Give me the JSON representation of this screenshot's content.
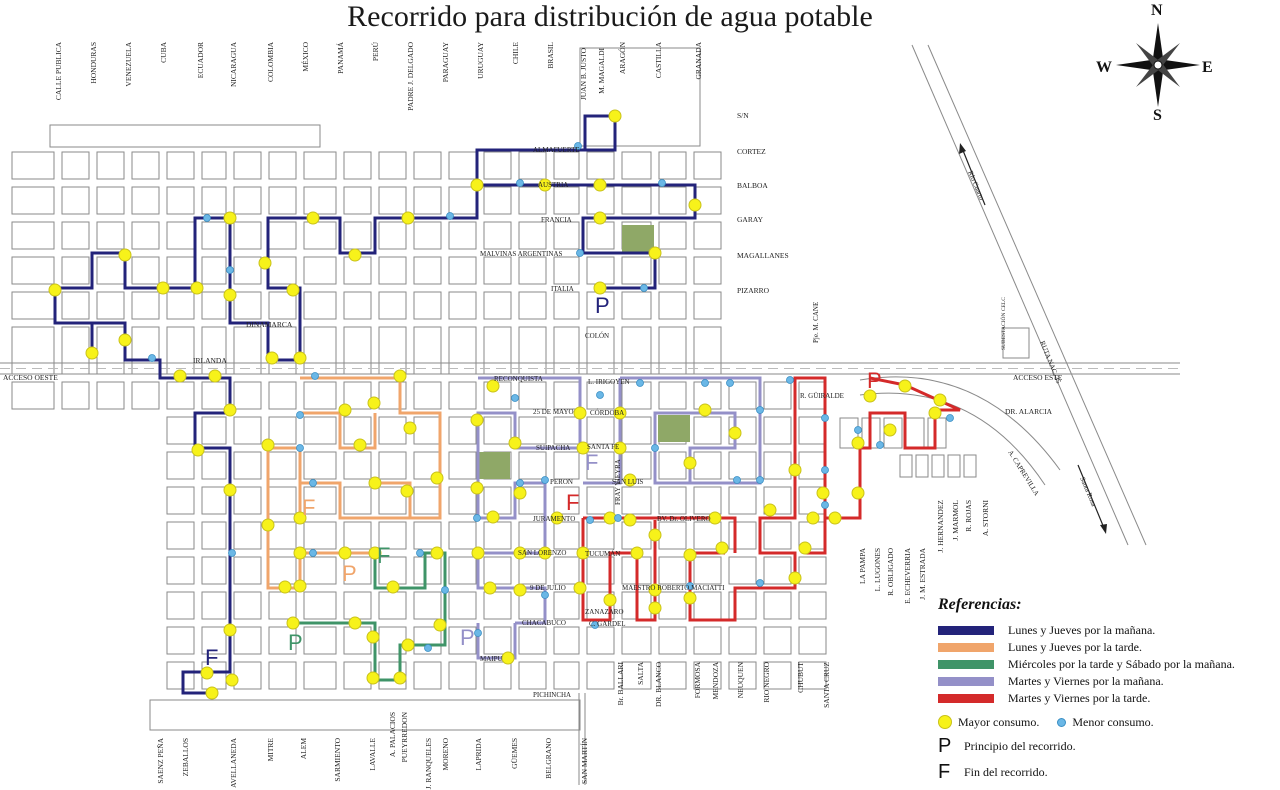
{
  "title": "Recorrido para distribución de agua potable",
  "compass": {
    "n": "N",
    "s": "S",
    "e": "E",
    "w": "W"
  },
  "legend": {
    "heading": "Referencias:",
    "routes": [
      {
        "label": "Lunes y Jueves por la mañana.",
        "color": "#23237a"
      },
      {
        "label": "Lunes y Jueves por la tarde.",
        "color": "#f0a56b"
      },
      {
        "label": "Miércoles por la tarde  y Sábado por la mañana.",
        "color": "#3f9468"
      },
      {
        "label": "Martes y Viernes por la mañana.",
        "color": "#9490c8"
      },
      {
        "label": "Martes y Viernes por la tarde.",
        "color": "#d42a2a"
      }
    ],
    "mayor": "Mayor consumo.",
    "menor": "Menor consumo.",
    "principio_glyph": "P",
    "principio": "Principio del recorrido.",
    "fin_glyph": "F",
    "fin": "Fin del recorrido."
  },
  "top_streets": [
    "CALLE PUBLICA",
    "HONDURAS",
    "VENEZUELA",
    "CUBA",
    "ECUADOR",
    "NICARAGUA",
    "COLOMBIA",
    "MÉXICO",
    "PANAMÁ",
    "PERÚ",
    "PADRE J. DELGADO",
    "PARAGUAY",
    "URUGUAY",
    "CHILE",
    "BRASIL",
    "JUAN B. JUSTO",
    "M. MAGALDI",
    "ARAGÓN",
    "CASTILLA",
    "GRANADA"
  ],
  "bottom_streets": [
    "SAENZ PEÑA",
    "ZEBALLOS",
    "AVELLANEDA",
    "MITRE",
    "ALEM",
    "SARMIENTO",
    "LAVALLE",
    "A. PALACIOS",
    "PUEYRREDON",
    "J. RANQUELES",
    "MORENO",
    "LAPRIDA",
    "GÜEMES",
    "BELGRANO",
    "SAN MARTÍN",
    "Br. BALLARI",
    "SALTA",
    "DR. BLANCO",
    "FORMOSA",
    "MENDOZA",
    "NEUQUEN",
    "RIO NEGRO",
    "CHUBUT",
    "SANTA CRUZ"
  ],
  "east_streets": [
    "LA PAMPA",
    "L. LUGONES",
    "R. OBLIGADO",
    "E. ECHEVERRIA",
    "J. M. ESTRADA",
    "J. HERNANDEZ",
    "J. MARMOL",
    "R. ROJAS",
    "A. STORNI"
  ],
  "right_streets": [
    "S/N",
    "CORTEZ",
    "BALBOA",
    "GARAY",
    "MAGALLANES",
    "PIZARRO"
  ],
  "center_streets": [
    "ALMAFUERTE",
    "AUSTRIA",
    "FRANCIA",
    "MALVINAS ARGENTINAS",
    "ITALIA",
    "COLÓN",
    "RECONQUISTA",
    "25 DE MAYO",
    "SUIPACHA",
    "PERON",
    "JURAMENTO",
    "SAN LORENZO",
    "9 DE JULIO",
    "CHACABUCO",
    "MAIPU",
    "PICHINCHA",
    "ZANAZARO",
    "C. GARDEL",
    "TUCUMÁN",
    "MAESTRO ROBERTO MACIATTI",
    "BV. Dr. OLIVERO",
    "SAN LUIS",
    "SANTA FE",
    "CÓRDOBA",
    "L. IRIGOYEN",
    "R. GÜIRALDE",
    "Pje. M. CANE",
    "SUBESTACIÓN CELC",
    "FRAY VIEYRA"
  ],
  "west_streets": [
    "DINAMARCA",
    "IRLANDA",
    "ACCESO OESTE"
  ],
  "east_roads": [
    "ACCESO ESTE",
    "DR. ALARCIA",
    "A. CAPREVILLA",
    "RUTA NAC. 35",
    "Río Cuarto",
    "Santa Rosa"
  ],
  "route_markers": [
    "P",
    "F"
  ]
}
